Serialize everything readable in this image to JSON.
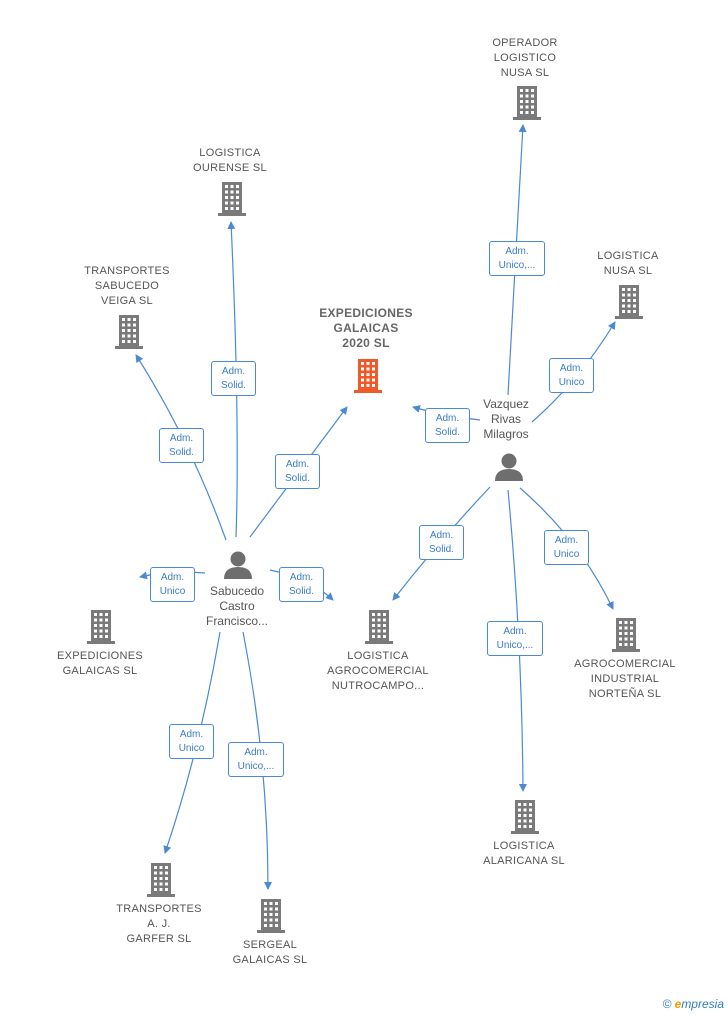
{
  "colors": {
    "edge": "#4a8ad4",
    "building": "#7a7a7a",
    "building_main": "#f05a28",
    "person": "#6e6e6e"
  },
  "nodes": {
    "main": {
      "lines": [
        "EXPEDICIONES",
        "GALAICAS",
        "2020  SL"
      ]
    },
    "logistica_ourense": {
      "lines": [
        "LOGISTICA",
        "OURENSE SL"
      ]
    },
    "transportes_sabucedo": {
      "lines": [
        "TRANSPORTES",
        "SABUCEDO",
        "VEIGA SL"
      ]
    },
    "operador_logistico": {
      "lines": [
        "OPERADOR",
        "LOGISTICO",
        "NUSA SL"
      ]
    },
    "logistica_nusa": {
      "lines": [
        "LOGISTICA",
        "NUSA  SL"
      ]
    },
    "expediciones_galaicas": {
      "lines": [
        "EXPEDICIONES",
        "GALAICAS  SL"
      ]
    },
    "logistica_agrocomercial": {
      "lines": [
        "LOGISTICA",
        "AGROCOMERCIAL",
        "NUTROCAMPO..."
      ]
    },
    "agrocomercial_industrial": {
      "lines": [
        "AGROCOMERCIAL",
        "INDUSTRIAL",
        "NORTEÑA  SL"
      ]
    },
    "logistica_alaricana": {
      "lines": [
        "LOGISTICA",
        "ALARICANA  SL"
      ]
    },
    "transportes_garfer": {
      "lines": [
        "TRANSPORTES",
        "A.  J.",
        "GARFER SL"
      ]
    },
    "sergeal": {
      "lines": [
        "SERGEAL",
        "GALAICAS  SL"
      ]
    }
  },
  "persons": {
    "sabucedo": {
      "lines": [
        "Sabucedo",
        "Castro",
        "Francisco..."
      ]
    },
    "vazquez": {
      "lines": [
        "Vazquez",
        "Rivas",
        "Milagros"
      ]
    }
  },
  "edges": [
    {
      "id": "e1",
      "lines": [
        "Adm.",
        "Solid."
      ]
    },
    {
      "id": "e2",
      "lines": [
        "Adm.",
        "Solid."
      ]
    },
    {
      "id": "e3",
      "lines": [
        "Adm.",
        "Solid."
      ]
    },
    {
      "id": "e4",
      "lines": [
        "Adm.",
        "Unico"
      ]
    },
    {
      "id": "e5",
      "lines": [
        "Adm.",
        "Solid."
      ]
    },
    {
      "id": "e6",
      "lines": [
        "Adm.",
        "Unico"
      ]
    },
    {
      "id": "e7",
      "lines": [
        "Adm.",
        "Unico,..."
      ]
    },
    {
      "id": "e8",
      "lines": [
        "Adm.",
        "Unico,..."
      ]
    },
    {
      "id": "e9",
      "lines": [
        "Adm.",
        "Unico"
      ]
    },
    {
      "id": "e10",
      "lines": [
        "Adm.",
        "Solid."
      ]
    },
    {
      "id": "e11",
      "lines": [
        "Adm.",
        "Solid."
      ]
    },
    {
      "id": "e12",
      "lines": [
        "Adm.",
        "Unico"
      ]
    },
    {
      "id": "e13",
      "lines": [
        "Adm.",
        "Unico,..."
      ]
    }
  ],
  "brand": {
    "copyright": "©",
    "e": "e",
    "rest": "mpresia"
  }
}
